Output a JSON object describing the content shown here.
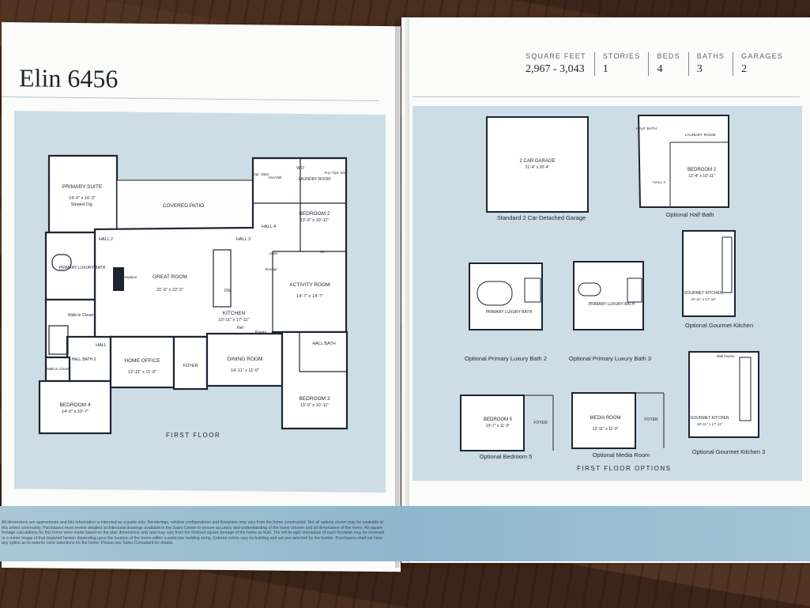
{
  "brochure": {
    "title": "Elin 6456",
    "stats": [
      {
        "label": "SQUARE FEET",
        "value": "2,967 - 3,043"
      },
      {
        "label": "STORIES",
        "value": "1"
      },
      {
        "label": "BEDS",
        "value": "4"
      },
      {
        "label": "BATHS",
        "value": "3"
      },
      {
        "label": "GARAGES",
        "value": "2"
      }
    ],
    "first_floor_label": "FIRST FLOOR",
    "options_label": "FIRST FLOOR OPTIONS",
    "disclaimer": "All dimensions are approximate and this information is intended as a guide only. Renderings, window configurations and floorplans may vary from the home constructed. Not all options shown may be available at this select community. Purchasers must review detailed architectural drawings available in the Sales Center to ensure accuracy and understanding of the home chosen and all dimensions of the home. All square footage calculations for this home were made based on the plan dimensions only and may vary from the finished square footage of the home as built. The left-to-right orientation of each floorplan may be reversed or a mirror image of that depicted hereon depending upon the location of the home within a particular building string. Exterior colors vary by building and are pre-selected by the builder. Purchasers shall not have any option as to exterior color selections for the home. Please see Sales Consultant for details."
  },
  "floor_plan": {
    "primary_suite": {
      "name": "PRIMARY SUITE",
      "dims": "14'-0\" x 16'-3\"",
      "note": "Sloped Clg."
    },
    "covered_patio": "COVERED PATIO",
    "hall2": "HALL 2",
    "hall3": "HALL 3",
    "hall4": "HALL 4",
    "hall": "HALL",
    "great_room": {
      "name": "GREAT ROOM",
      "dims": "21'-0\" x 22'-3\""
    },
    "fireplace": "Fireplace",
    "primary_luxury_bath": "PRIMARY LUXURY BATH",
    "walk_in_closet": "Walk-in Closet",
    "walk_in_closet2": "Walk-in Closet",
    "hall_bath2": "HALL BATH 2",
    "linen": "Linen",
    "kitchen": {
      "name": "KITCHEN",
      "dims": "10'-11\" x 17'-11\""
    },
    "dw": "DW",
    "ref": "Ref",
    "pantry": "Pantry",
    "storage": "Storage",
    "home_office": {
      "name": "HOME OFFICE",
      "dims": "12'-11\" x 11'-0\""
    },
    "foyer": "FOYER",
    "dining_room": {
      "name": "DINING ROOM",
      "dims": "14'-11\" x 11'-0\""
    },
    "bedroom4": {
      "name": "BEDROOM 4",
      "dims": "14'-0\" x 10'-7\""
    },
    "bedroom2": {
      "name": "BEDROOM 2",
      "dims": "13'-0\" x 10'-11\""
    },
    "activity_room": {
      "name": "ACTIVITY ROOM",
      "dims": "14'-7\" x 14'-7\""
    },
    "hall_bath": "HALL BATH",
    "bedroom3": {
      "name": "BEDROOM 3",
      "dims": "13'-0\" x 10'-11\""
    },
    "laundry": "LAUNDRY ROOM",
    "fur_opt_sink": "Fur./ Opt. Sink",
    "hvac": "Hvc/Hall",
    "opt_valet": "Opt. Valet",
    "cl": "CL",
    "wd": "W D"
  },
  "options": {
    "garage": {
      "name": "2 CAR GARAGE",
      "dims": "21'-4\" x 20'-4\"",
      "caption": "Standard 2 Car Detached Garage"
    },
    "half_bath": {
      "half_bath": "HALF BATH",
      "bedroom": "BEDROOM 2",
      "dims": "12'-4\" x 10'-11\"",
      "laundry": "LAUNDRY ROOM",
      "hall": "HALL 4",
      "caption": "Optional Half Bath"
    },
    "bath2": {
      "label": "PRIMARY LUXURY BATH",
      "caption": "Optional Primary Luxury Bath 2"
    },
    "bath3": {
      "label": "PRIMARY LUXURY BATH",
      "caption": "Optional Primary Luxury Bath 3"
    },
    "gourmet": {
      "label": "GOURMET KITCHEN",
      "dims": "10'-11\" x 17'-11\"",
      "caption": "Optional Gourmet Kitchen"
    },
    "gourmet3": {
      "label": "GOURMET KITCHEN",
      "dims": "10'-11\" x 17'-11\"",
      "wall_ovens": "Wall Ovens",
      "caption": "Optional Gourmet Kitchen 3"
    },
    "bedroom5": {
      "name": "BEDROOM 5",
      "dims": "10'-7\" x 11'-0\"",
      "foyer": "FOYER",
      "caption": "Optional Bedroom 5"
    },
    "media": {
      "name": "MEDIA ROOM",
      "dims": "12'-11\" x 11'-0\"",
      "foyer": "FOYER",
      "caption": "Optional Media Room"
    }
  }
}
